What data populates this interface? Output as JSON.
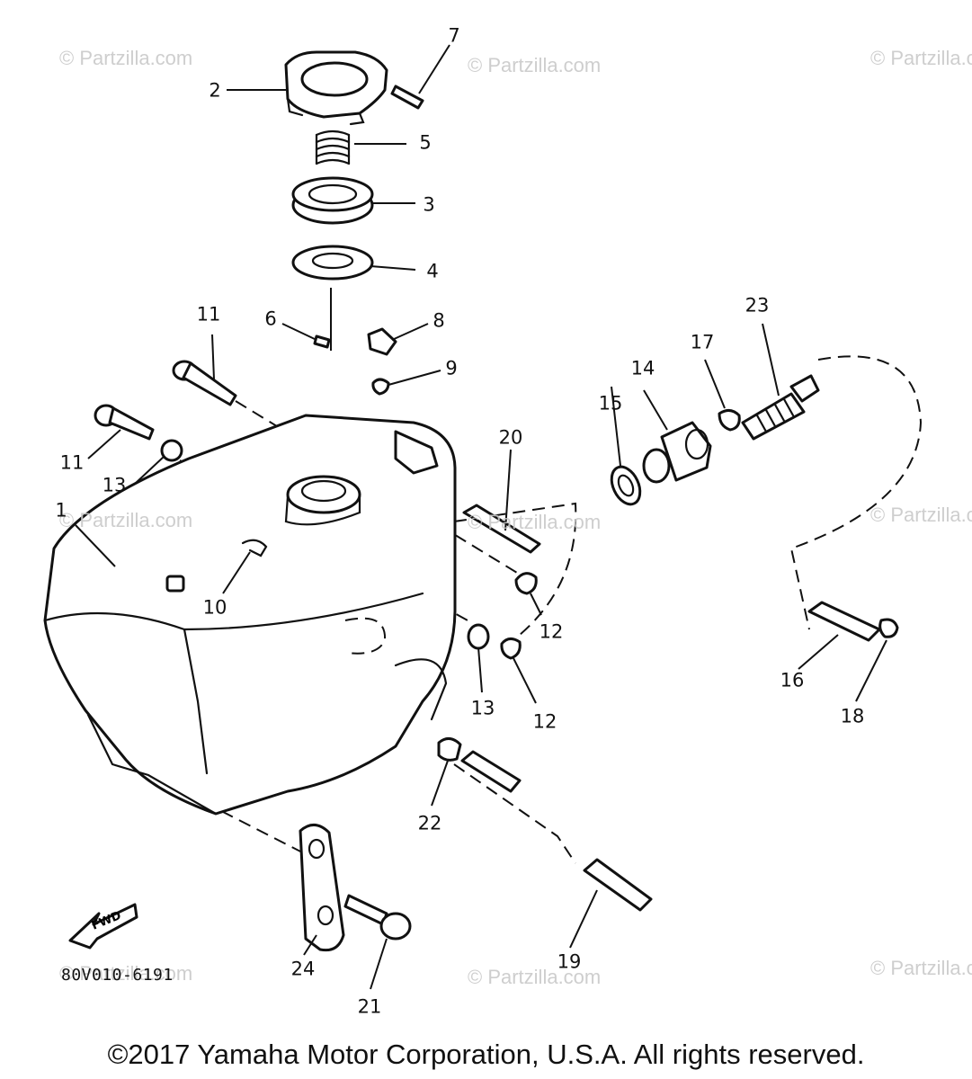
{
  "watermarks": [
    "© Partzilla.com",
    "© Partzilla.com",
    "© Partzilla.com",
    "© Partzilla.com",
    "© Partzilla.com",
    "© Partzilla.com",
    "© Partzilla.com",
    "© Partzilla.com",
    "© Partzilla.com"
  ],
  "side_watermark": "© Partzilla",
  "callouts": [
    "1",
    "2",
    "3",
    "4",
    "5",
    "6",
    "7",
    "8",
    "9",
    "10",
    "11",
    "11",
    "12",
    "12",
    "13",
    "13",
    "14",
    "15",
    "16",
    "17",
    "18",
    "19",
    "20",
    "21",
    "22",
    "23",
    "24"
  ],
  "fwd_label": "FWD",
  "diagram_code": "80V010-6191",
  "copyright": "©2017 Yamaha Motor Corporation, U.S.A. All rights reserved."
}
